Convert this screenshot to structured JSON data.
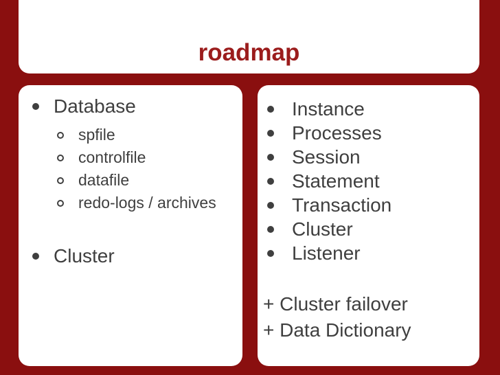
{
  "slide": {
    "title": "roadmap",
    "left_panel": {
      "heading1": "Database",
      "sub_items": [
        "spfile",
        "controlfile",
        "datafile",
        "redo-logs / archives"
      ],
      "heading2": "Cluster"
    },
    "right_panel": {
      "items": [
        "Instance",
        "Processes",
        "Session",
        "Statement",
        "Transaction",
        "Cluster",
        "Listener"
      ],
      "extra_lines": [
        "+ Cluster failover",
        "+ Data Dictionary"
      ]
    },
    "colors": {
      "background": "#8a0f0f",
      "panel": "#ffffff",
      "title_text": "#9b1c1c",
      "body_text": "#3f3f3f"
    }
  }
}
